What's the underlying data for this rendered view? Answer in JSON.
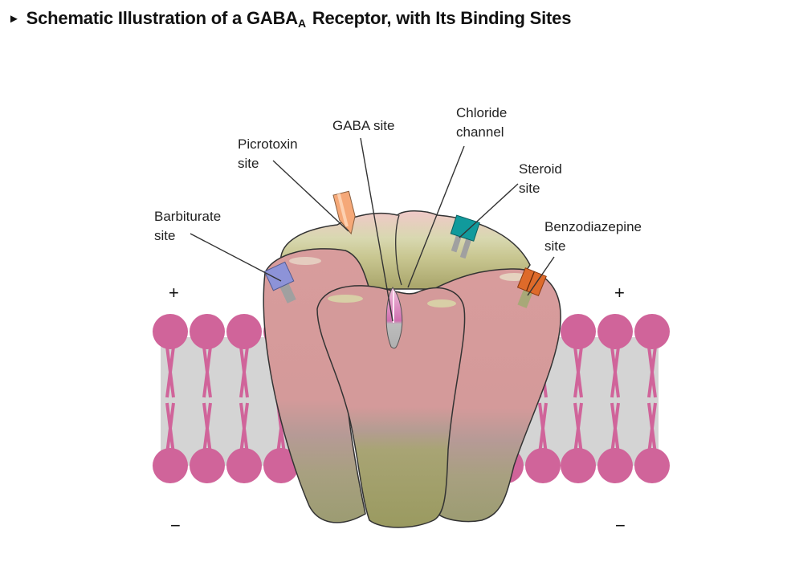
{
  "title": {
    "bullet_icon": "triangle-right-icon",
    "prefix": "Schematic Illustration of a GABA",
    "subscript": "A",
    "suffix": " Receptor, with Its Binding Sites"
  },
  "labels": {
    "gaba": [
      "GABA site"
    ],
    "chloride": [
      "Chloride",
      "channel"
    ],
    "picrotoxin": [
      "Picrotoxin",
      "site"
    ],
    "steroid": [
      "Steroid",
      "site"
    ],
    "barbiturate": [
      "Barbiturate",
      "site"
    ],
    "benzodiazepine": [
      "Benzodiazepine",
      "site"
    ]
  },
  "charges": {
    "outside": "+",
    "inside": "−"
  },
  "colors": {
    "lipid_head": "#d0649a",
    "membrane_core": "#d4d4d4",
    "receptor_pink": "#d4999a",
    "receptor_olive": "#a5a46a",
    "receptor_top": "#c8c690",
    "picrotoxin": "#f5a878",
    "steroid": "#119a9c",
    "barbiturate": "#8d93d8",
    "benzodiazepine": "#de6a2a",
    "gaba": "#e3a0c8",
    "stem_gray": "#a0a0a0",
    "stem_olive": "#a8a878"
  }
}
